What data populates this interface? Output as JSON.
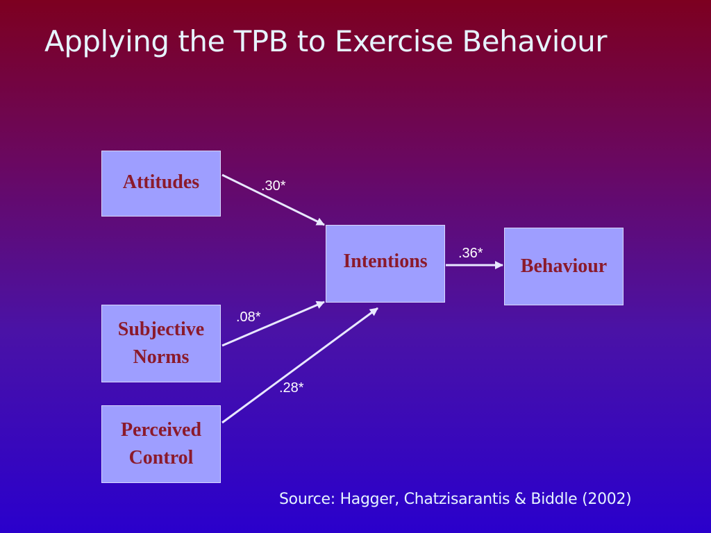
{
  "slide": {
    "title": "Applying the TPB to Exercise Behaviour",
    "source": "Source: Hagger, Chatzisarantis & Biddle (2002)"
  },
  "nodes": {
    "attitudes": {
      "label": "Attitudes"
    },
    "subjective_norms": {
      "label_line1": "Subjective",
      "label_line2": "Norms"
    },
    "perceived_control": {
      "label_line1": "Perceived",
      "label_line2": "Control"
    },
    "intentions": {
      "label": "Intentions"
    },
    "behaviour": {
      "label": "Behaviour"
    }
  },
  "paths": [
    {
      "from": "attitudes",
      "to": "intentions",
      "coefficient": ".30*"
    },
    {
      "from": "subjective_norms",
      "to": "intentions",
      "coefficient": ".08*"
    },
    {
      "from": "perceived_control",
      "to": "intentions",
      "coefficient": ".28*"
    },
    {
      "from": "intentions",
      "to": "behaviour",
      "coefficient": ".36*"
    }
  ],
  "colors": {
    "box_fill": "#9e9eff",
    "box_text": "#8b1a2b",
    "arrow": "#e8e8ff",
    "title_text": "#e6f4ff"
  }
}
